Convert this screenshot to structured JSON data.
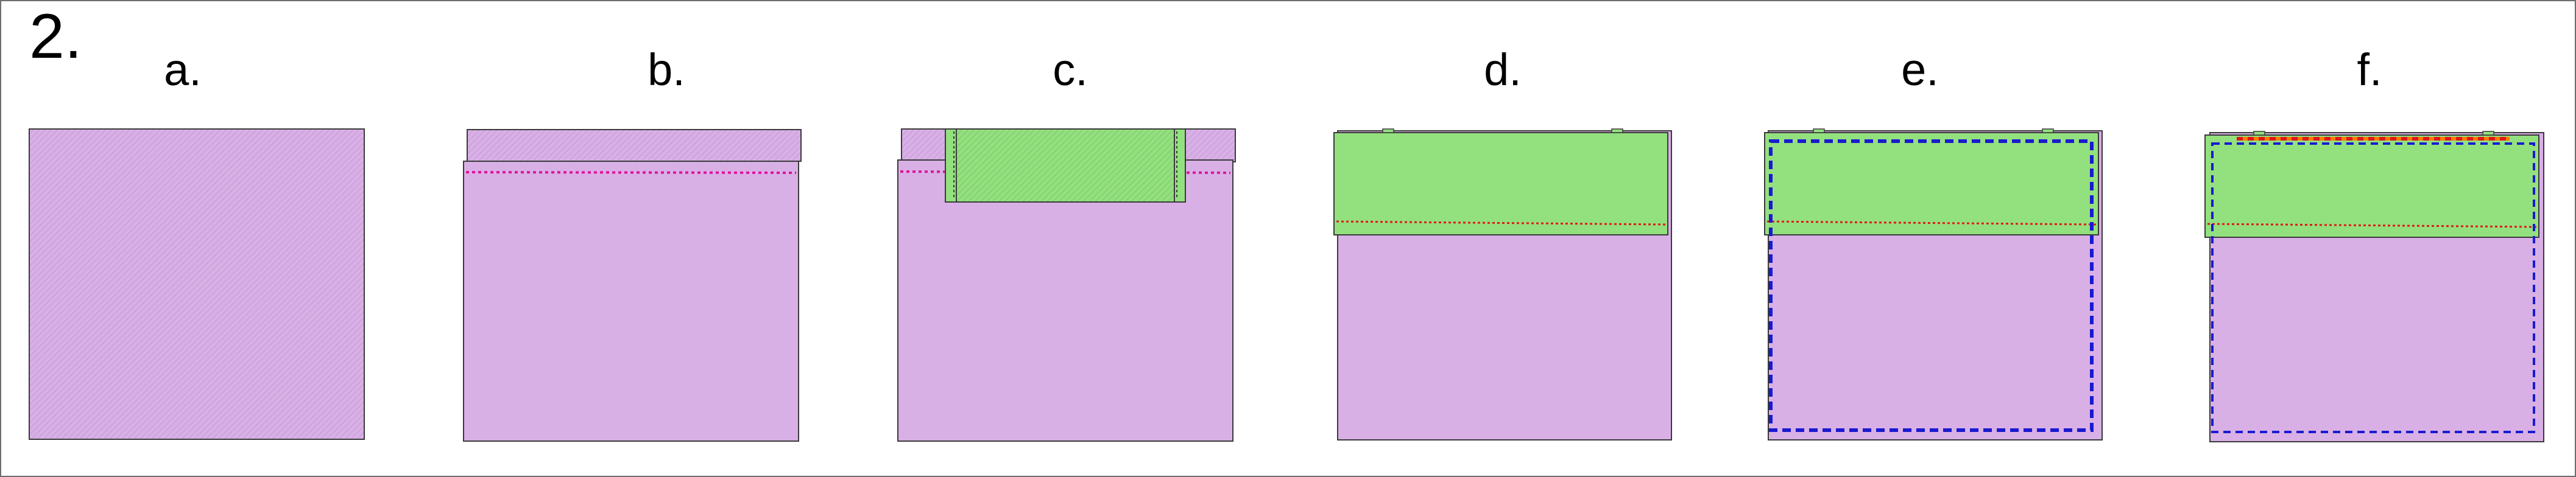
{
  "figure": {
    "step_number": "2.",
    "panels": [
      {
        "id": "a",
        "label": "a."
      },
      {
        "id": "b",
        "label": "b."
      },
      {
        "id": "c",
        "label": "c."
      },
      {
        "id": "d",
        "label": "d."
      },
      {
        "id": "e",
        "label": "e."
      },
      {
        "id": "f",
        "label": "f."
      }
    ]
  },
  "colors": {
    "fabric_lilac": "#d8b0e6",
    "fabric_lilac_shade": "#c79bd8",
    "fabric_green": "#93e07f",
    "fabric_green_shade": "#7fc96c",
    "stitch_magenta": "#e0149a",
    "stitch_blue": "#1a1ad0",
    "stitch_orange": "#ff7a00",
    "stitch_red": "#e01818",
    "outline": "#3a3a3a"
  }
}
